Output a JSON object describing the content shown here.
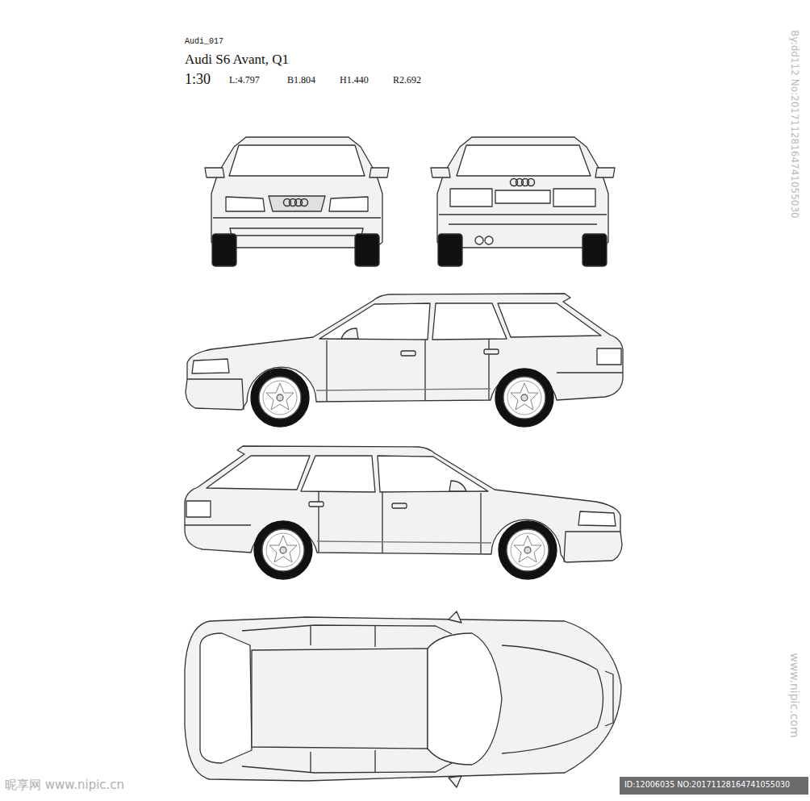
{
  "diagram": {
    "title": "Audi S6 Avant, Q1",
    "labels": [
      "Audi_017",
      "1:30",
      "L:4.797",
      "B1.804",
      "H1.440",
      "R2.692",
      "By:dd112 No:20171128164741055030",
      "www.nipic.com",
      "昵享网 www.nipic.cn",
      "ID:12006035 NO:20171128164741055030"
    ]
  }
}
